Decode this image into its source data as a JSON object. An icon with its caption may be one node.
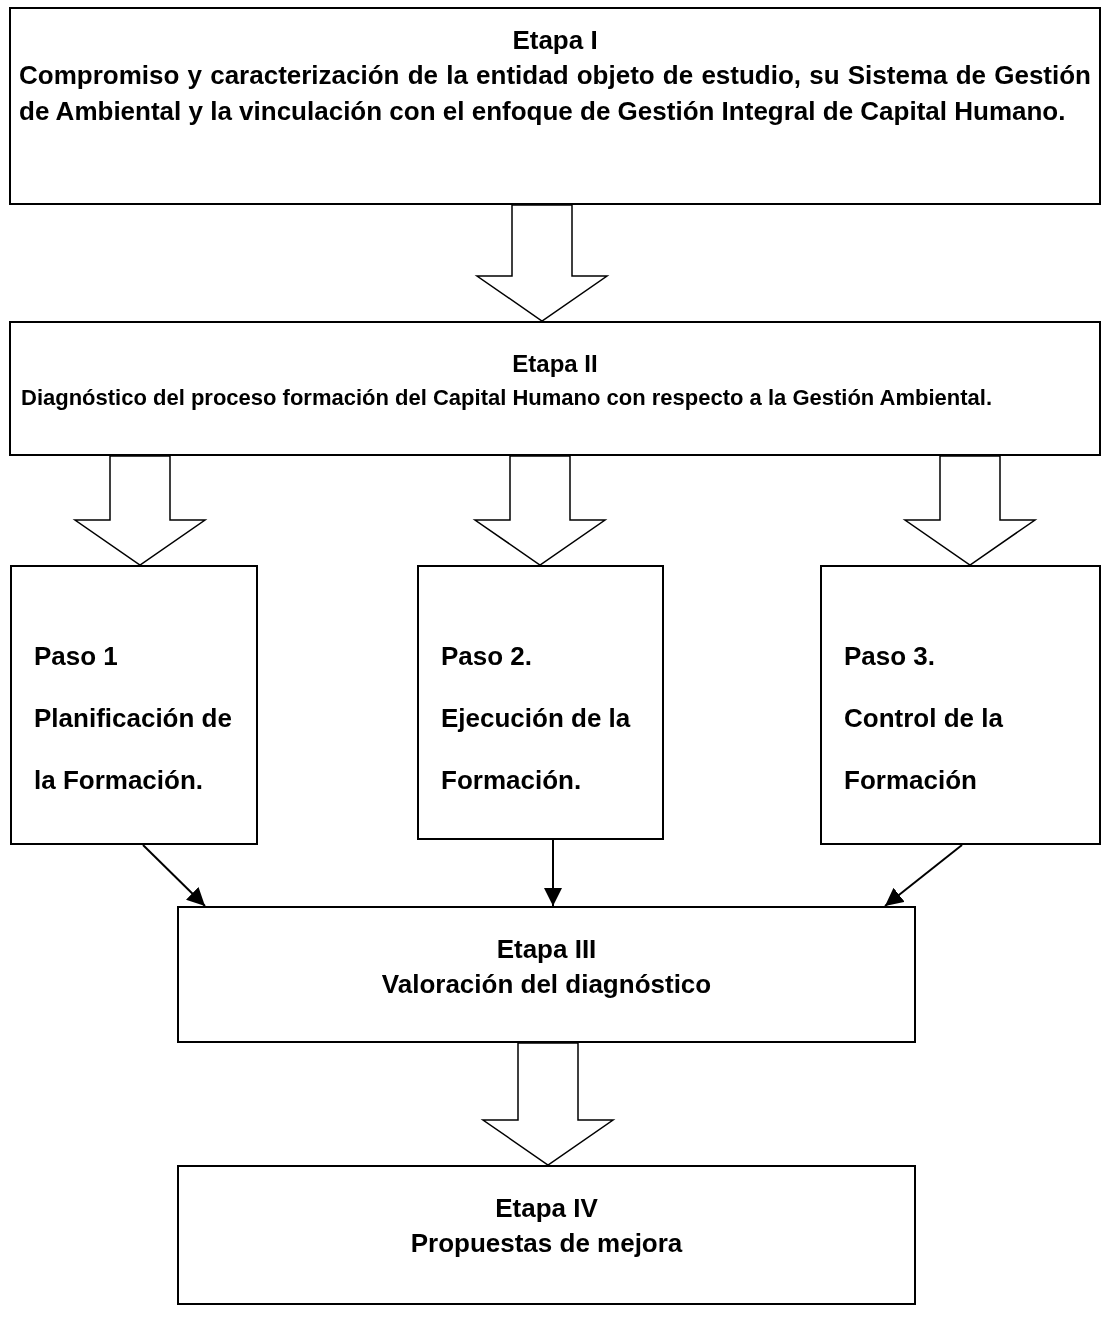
{
  "diagram": {
    "nodes": [
      {
        "text": [
          "Etapa I",
          "Compromiso y caracterización de la entidad objeto de estudio, su Sistema de Gestión de Ambiental y la vinculación con el enfoque de Gestión Integral de Capital Humano."
        ]
      },
      {
        "text": [
          "Etapa II",
          "Diagnóstico del proceso formación del Capital Humano con respecto a la Gestión Ambiental."
        ]
      },
      {
        "text": [
          "Paso 1",
          "Planificación de la Formación."
        ]
      },
      {
        "text": [
          "Paso 2.",
          "Ejecución de la Formación."
        ]
      },
      {
        "text": [
          "Paso 3.",
          "Control de la Formación"
        ]
      },
      {
        "text": [
          "Etapa III",
          "Valoración del diagnóstico"
        ]
      },
      {
        "text": [
          "Etapa IV",
          "Propuestas de mejora"
        ]
      }
    ],
    "edges": [
      {
        "from": 0,
        "to": 1,
        "arrow": "to",
        "style": "thick"
      },
      {
        "from": 1,
        "to": 2,
        "arrow": "to",
        "style": "thick"
      },
      {
        "from": 1,
        "to": 3,
        "arrow": "to",
        "style": "thick"
      },
      {
        "from": 1,
        "to": 4,
        "arrow": "to",
        "style": "thick"
      },
      {
        "from": 2,
        "to": 5,
        "arrow": "to"
      },
      {
        "from": 3,
        "to": 5,
        "arrow": "to"
      },
      {
        "from": 4,
        "to": 5,
        "arrow": "to"
      },
      {
        "from": 5,
        "to": 6,
        "arrow": "to",
        "style": "thick"
      }
    ]
  }
}
